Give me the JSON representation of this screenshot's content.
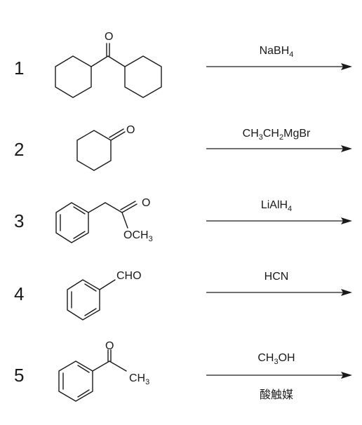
{
  "reactions": [
    {
      "number": "1",
      "structure_labels": {
        "carbonyl_O": "O"
      },
      "reagent": {
        "main": "NaBH",
        "sub": "4"
      }
    },
    {
      "number": "2",
      "structure_labels": {
        "carbonyl_O": "O"
      },
      "reagent": {
        "p1": "CH",
        "s1": "3",
        "p2": "CH",
        "s2": "2",
        "p3": "MgBr"
      }
    },
    {
      "number": "3",
      "structure_labels": {
        "carbonyl_O": "O",
        "ester_O": "OCH",
        "ester_sub": "3"
      },
      "reagent": {
        "main": "LiAlH",
        "sub": "4"
      }
    },
    {
      "number": "4",
      "structure_labels": {
        "aldehyde": "CHO"
      },
      "reagent": {
        "main": "HCN"
      }
    },
    {
      "number": "5",
      "structure_labels": {
        "carbonyl_O": "O",
        "methyl": "CH",
        "methyl_sub": "3"
      },
      "reagent": {
        "p1": "CH",
        "s1": "3",
        "p2": "OH"
      },
      "catalyst": "酸触媒"
    }
  ]
}
